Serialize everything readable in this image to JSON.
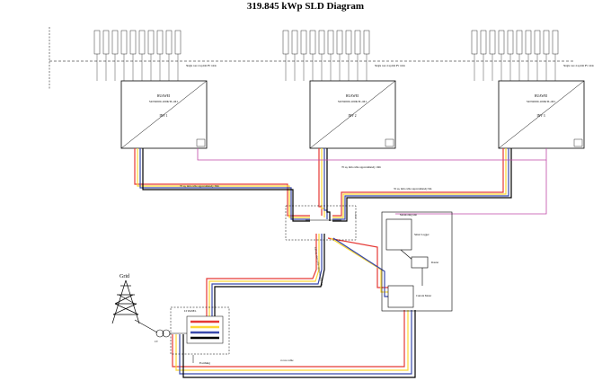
{
  "title": "319.845 kWp SLD Diagram",
  "inverters": [
    {
      "model_line1": "HUAWEI",
      "model_line2": "SUN2000-100KTL-M1",
      "tag": "INV 1",
      "string_note": "Single core 4 sq.mm PV cable"
    },
    {
      "model_line1": "HUAWEI",
      "model_line2": "SUN2000-100KTL-M1",
      "tag": "INV 2",
      "string_note": "Single core 4 sq.mm PV cable"
    },
    {
      "model_line1": "HUAWEI",
      "model_line2": "SUN2000-100KTL-M1",
      "tag": "INV 3",
      "string_note": "Single core 4 sq.mm PV cable"
    }
  ],
  "cables": {
    "inv1": "70 sq. mm cable approximately 30m",
    "inv2": "70 sq. mm cable approximately 10m",
    "inv3": "35 sq. mm cable approximately 9m",
    "main": "240 sq. mm cable approximately 1m",
    "comm": "4 core cable",
    "earthing": "Earthing"
  },
  "equipment": {
    "grid": "Grid",
    "monitoring_unit": "Monitoring unit",
    "smart_logger": "Smart Logger",
    "router": "Router",
    "current_meter": "Current Meter",
    "lt_panel": "LT PANEL",
    "ct": "CT"
  }
}
